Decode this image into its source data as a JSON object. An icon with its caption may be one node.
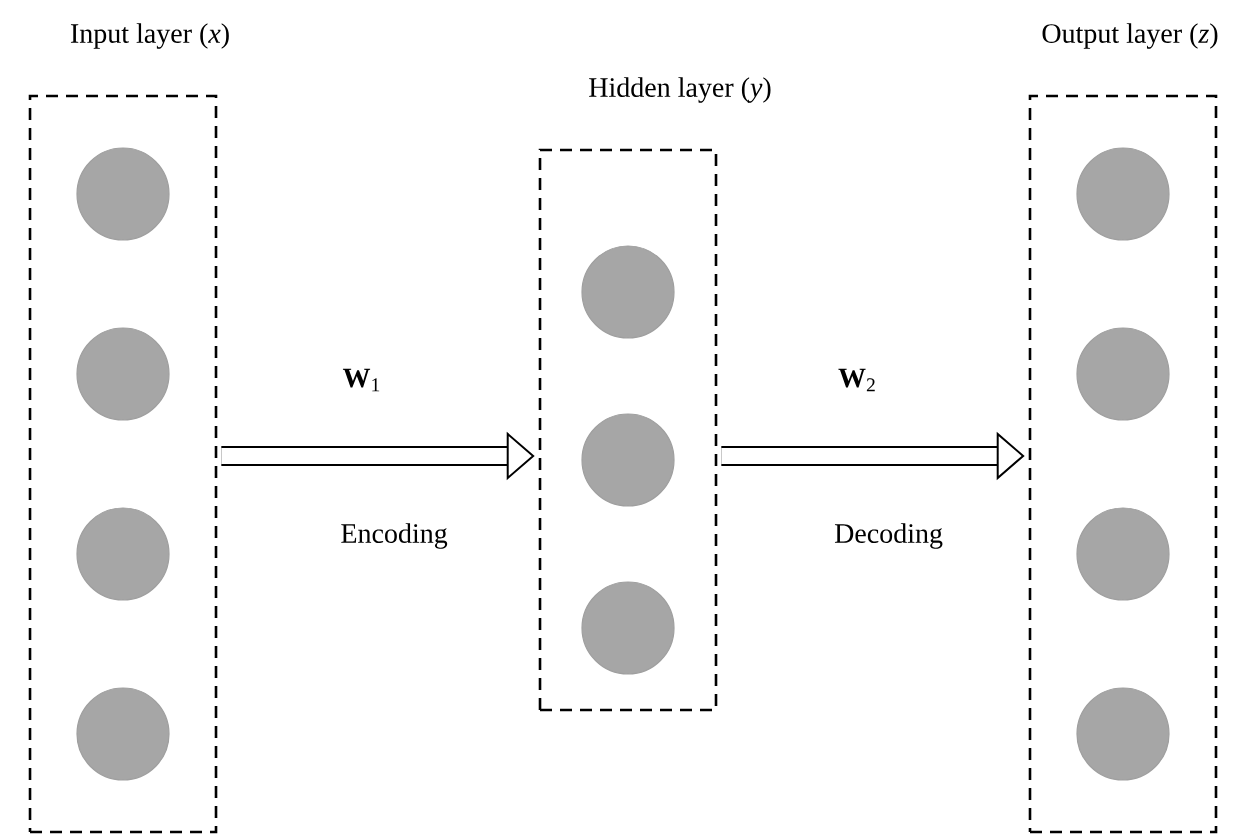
{
  "diagram": {
    "nodes": [
      {
        "text": [
          "Input layer (*x*)"
        ]
      },
      {
        "text": [],
        "shape": "circle",
        "in": 0
      },
      {
        "text": [],
        "shape": "circle",
        "in": 0
      },
      {
        "text": [],
        "shape": "circle",
        "in": 0
      },
      {
        "text": [],
        "shape": "circle",
        "in": 0
      },
      {
        "text": [
          "Hidden layer (*y*)"
        ]
      },
      {
        "text": [],
        "shape": "circle",
        "in": 5
      },
      {
        "text": [],
        "shape": "circle",
        "in": 5
      },
      {
        "text": [],
        "shape": "circle",
        "in": 5
      },
      {
        "text": [
          "Output layer (*z*)"
        ]
      },
      {
        "text": [],
        "shape": "circle",
        "in": 9
      },
      {
        "text": [],
        "shape": "circle",
        "in": 9
      },
      {
        "text": [],
        "shape": "circle",
        "in": 9
      },
      {
        "text": [],
        "shape": "circle",
        "in": 9
      }
    ],
    "edges": [
      {
        "from": 0,
        "to": 5,
        "arrow": "to",
        "label": "**W**$_{1}$"
      },
      {
        "from": 5,
        "to": 9,
        "arrow": "to",
        "label": "**W**$_{2}$"
      }
    ],
    "labels": [
      "Encoding",
      "Decoding"
    ]
  }
}
